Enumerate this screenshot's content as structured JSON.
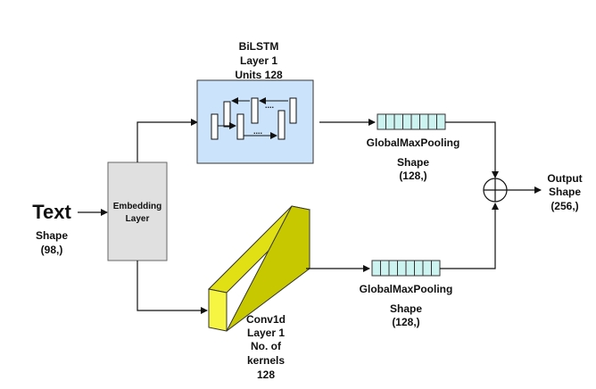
{
  "input": {
    "title": "Text",
    "shape_label": "Shape",
    "shape_value": "(98,)"
  },
  "embedding": {
    "line1": "Embedding",
    "line2": "Layer"
  },
  "bilstm": {
    "line1": "BiLSTM",
    "line2": "Layer 1",
    "line3": "Units 128"
  },
  "conv": {
    "line1": "Conv1d",
    "line2": "Layer 1",
    "line3": "No. of",
    "line4": "kernels",
    "line5": "128"
  },
  "pool_top": {
    "name": "GlobalMaxPooling",
    "shape_label": "Shape",
    "shape_value": "(128,)",
    "cells": 8
  },
  "pool_bottom": {
    "name": "GlobalMaxPooling",
    "shape_label": "Shape",
    "shape_value": "(128,)",
    "cells": 8
  },
  "output": {
    "line1": "Output",
    "line2": "Shape",
    "line3": "(256,)"
  },
  "colors": {
    "embedding_fill": "#e0e0e0",
    "lstm_fill": "#cce4fb",
    "conv_front": "#f5f542",
    "conv_top": "#e0e014",
    "conv_side": "#c8c800",
    "pool_fill": "#cdf3f0",
    "line": "#111111"
  }
}
